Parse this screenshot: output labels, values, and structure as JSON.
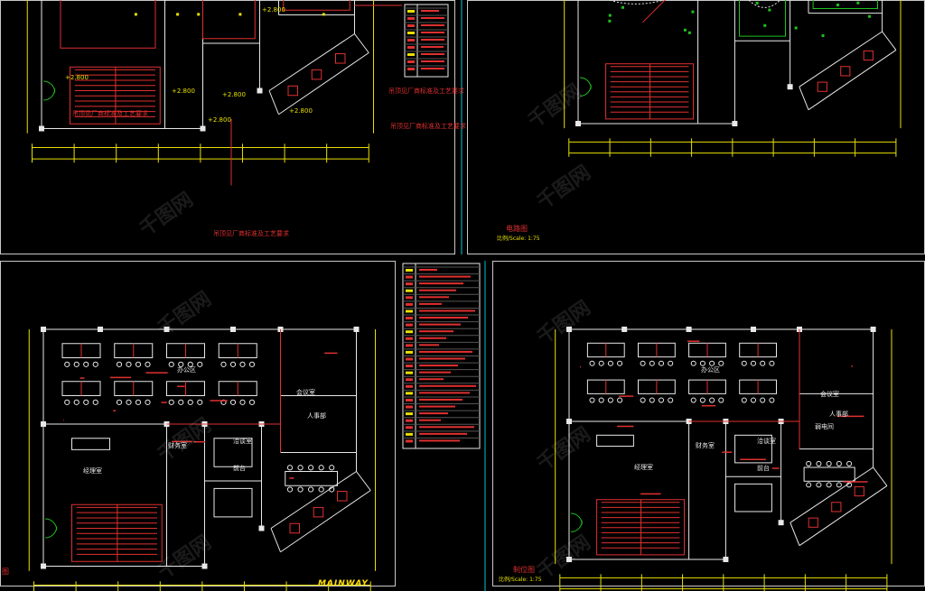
{
  "window": {
    "title": ""
  },
  "colors": {
    "background": "#000000",
    "frame_border": "#c8c8c8",
    "red": "#e03030",
    "yellow": "#e8e000",
    "white": "#e8e8e8",
    "green": "#20c020",
    "cyan": "#00c8d8"
  },
  "viewports": {
    "top_left": {
      "title": "",
      "scale": "",
      "notes": [
        "吊顶见厂商标准及工艺要求",
        "吊顶见厂商标准及工艺要求",
        "吊顶见厂商标准及工艺要求",
        "吊顶见厂商标准及工艺要求"
      ],
      "dims": [
        "+2.800",
        "+2.800",
        "+2.800",
        "+2.800",
        "+2.800",
        "+2.800"
      ]
    },
    "top_right": {
      "title": "电路图",
      "scale": "比例/Scale: 1:75"
    },
    "bottom_left": {
      "title": "图",
      "scale": "",
      "room_labels": [
        "办公区",
        "会议室",
        "经理室",
        "财务室",
        "洽谈室",
        "人事部",
        "前台"
      ]
    },
    "bottom_right": {
      "title": "制位图",
      "scale": "比例/Scale: 1:75",
      "room_labels": [
        "办公区",
        "会议室",
        "经理室",
        "财务室",
        "洽谈室",
        "人事部",
        "前台",
        "弱电间"
      ]
    }
  },
  "bottom_tag": "MAINWAY",
  "watermark_text": "千图网",
  "icons": [
    "legend-icon",
    "door-swing-icon",
    "staircase-icon",
    "desk-icon",
    "light-fixture-icon",
    "wire-route-icon"
  ]
}
